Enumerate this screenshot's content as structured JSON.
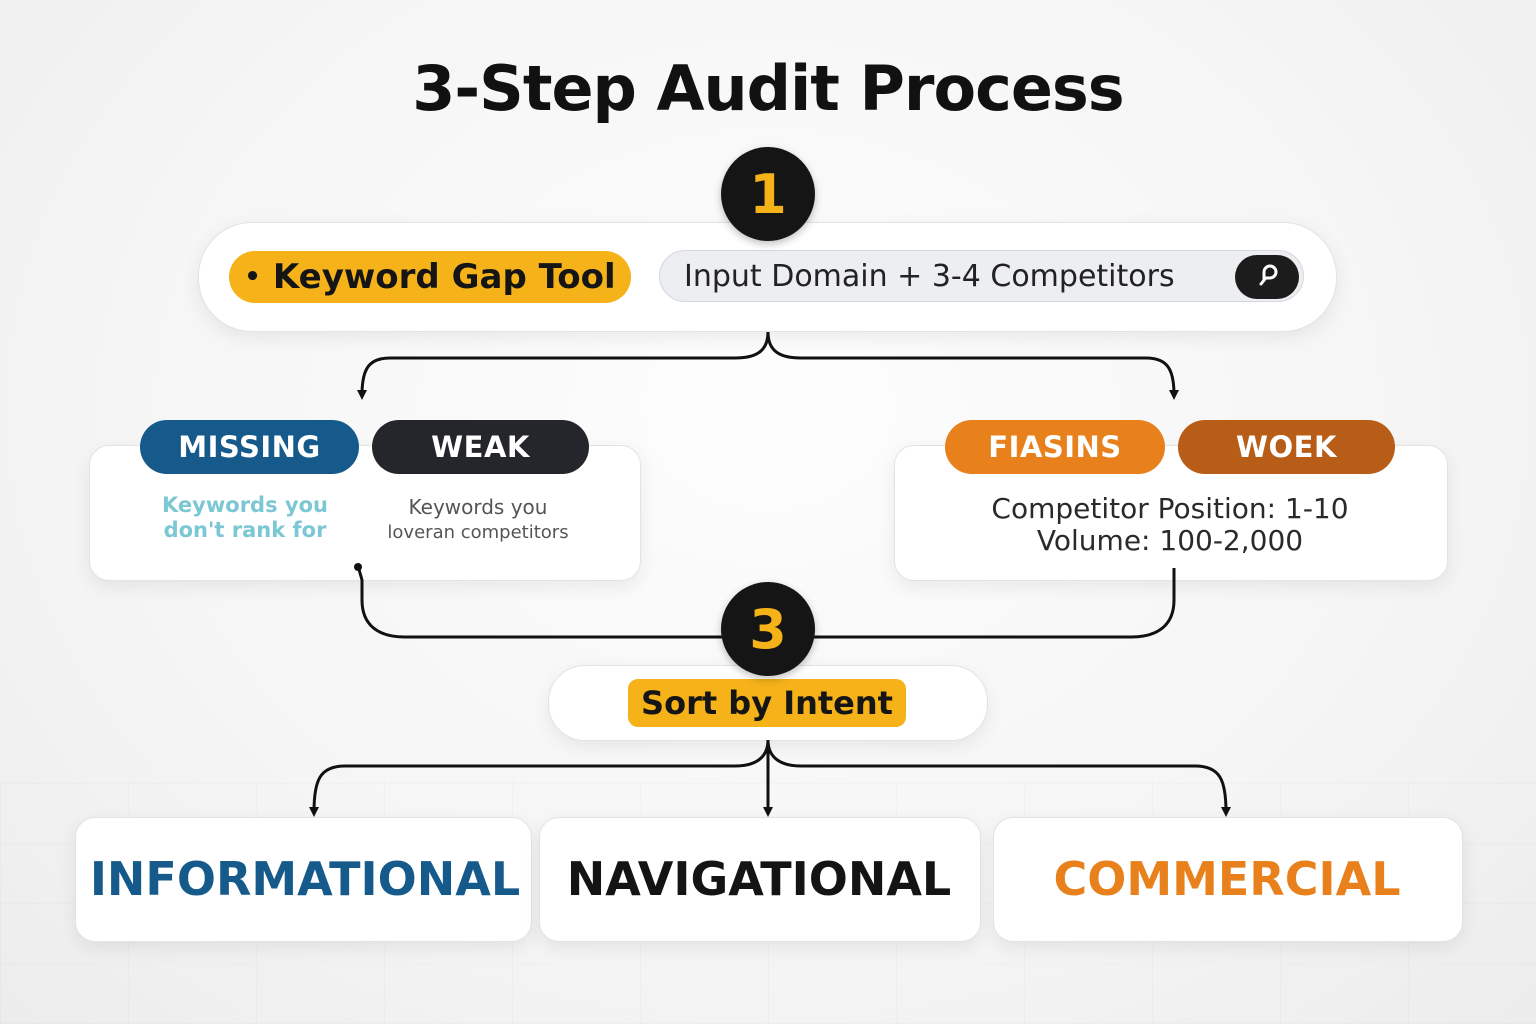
{
  "title": "3-Step Audit Process",
  "step_one": {
    "number": "1",
    "tool_label": "Keyword Gap Tool",
    "input_label": "Input Domain + 3-4 Competitors",
    "input_button_icon": "search-icon"
  },
  "left_group": {
    "tags": [
      {
        "label": "MISSING",
        "color": "#155a8a"
      },
      {
        "label": "WEAK",
        "color": "#24262c"
      }
    ],
    "missing_desc": [
      "Keywords you",
      "don't rank for"
    ],
    "missing_desc_color": "#7cc7d4",
    "weak_desc": [
      "Keywords you",
      "loveran competitors"
    ],
    "weak_desc_color": "#555555"
  },
  "right_group": {
    "tags": [
      {
        "label": "FIASINS",
        "color": "#e8801c"
      },
      {
        "label": "WOEK",
        "color": "#b85d17"
      }
    ],
    "criteria": [
      "Competitor Position: 1-10",
      "Volume: 100-2,000"
    ]
  },
  "step_three": {
    "number": "3",
    "label": "Sort by Intent"
  },
  "intents": [
    {
      "label": "INFORMATIONAL",
      "color": "#165a8b"
    },
    {
      "label": "NAVIGATIONAL",
      "color": "#141414"
    },
    {
      "label": "COMMERCIAL",
      "color": "#e8801c"
    }
  ],
  "colors": {
    "accent_yellow": "#f5b219",
    "dark": "#151515"
  }
}
